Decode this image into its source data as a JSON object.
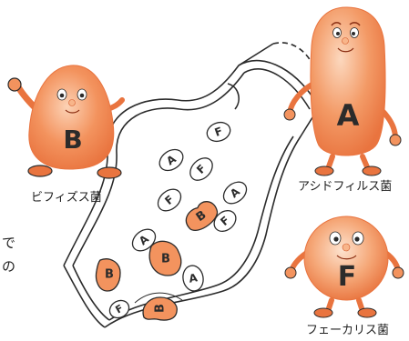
{
  "characters": {
    "bifidus": {
      "letter": "B",
      "label": "ビフィズス菌"
    },
    "acidophilus": {
      "letter": "A",
      "label": "アシドフィルス菌"
    },
    "faecalis": {
      "letter": "F",
      "label": "フェーカリス菌"
    }
  },
  "intestine_bacteria": [
    "F",
    "A",
    "F",
    "F",
    "A",
    "B",
    "F",
    "A",
    "B",
    "A",
    "B",
    "F",
    "B"
  ],
  "cropped_text": [
    "で",
    "の"
  ],
  "colors": {
    "body": "#f07f4f",
    "body_light": "#fbc9a9",
    "outline": "#2b2b2b",
    "pill": "#fbd2b4",
    "pill_stroke": "#b44a28"
  }
}
